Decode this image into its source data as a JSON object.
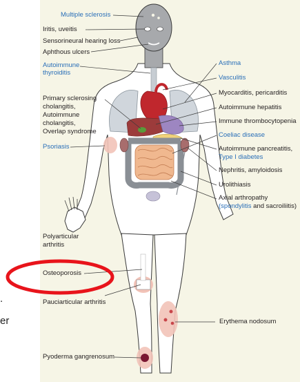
{
  "colors": {
    "panel_bg": "#f6f5e6",
    "body_fill": "#ffffff",
    "body_stroke": "#3a3a3a",
    "head_fill": "#a7a9ac",
    "label_dark": "#231f20",
    "label_blue": "#2a6fb8",
    "highlight_ellipse": "#e8141b",
    "lesion": "#c8464a",
    "inflamed_skin": "#f2c3b8"
  },
  "labels_left": {
    "multiple_sclerosis": "Multiple sclerosis",
    "iritis": "Iritis, uveitis",
    "hearing_loss": "Sensorineural hearing loss",
    "aphthous": "Aphthous ulcers",
    "thyroiditis_1": "Autoimmune",
    "thyroiditis_2": "thyroiditis",
    "psc_1": "Primary sclerosing",
    "psc_2": "cholangitis,",
    "psc_3": "Autoimmune",
    "psc_4": "cholangitis,",
    "psc_5": "Overlap syndrome",
    "psoriasis": "Psoriasis",
    "polyarticular_1": "Polyarticular",
    "polyarticular_2": "arthritis",
    "osteoporosis": "Osteoporosis",
    "pauciarticular": "Pauciarticular arthritis",
    "pyoderma": "Pyoderma gangrenosum"
  },
  "labels_right": {
    "asthma": "Asthma",
    "vasculitis": "Vasculitis",
    "myocarditis": "Myocarditis, pericarditis",
    "hepatitis": "Autoimmune hepatitis",
    "thrombocytopenia": "Immune thrombocytopenia",
    "coeliac": "Coeliac disease",
    "pancreatitis": "Autoimmune pancreatitis,",
    "diabetes": "Type I diabetes",
    "nephritis": "Nephritis, amyloidosis",
    "urolithiasis": "Urolithiasis",
    "axial_1": "Axial arthropathy",
    "axial_2a": "(spondylitis",
    "axial_2b": " and sacroiliitis)",
    "erythema": "Erythema nodosum"
  },
  "clipped_text": {
    "line1": ".",
    "line2": "er"
  }
}
